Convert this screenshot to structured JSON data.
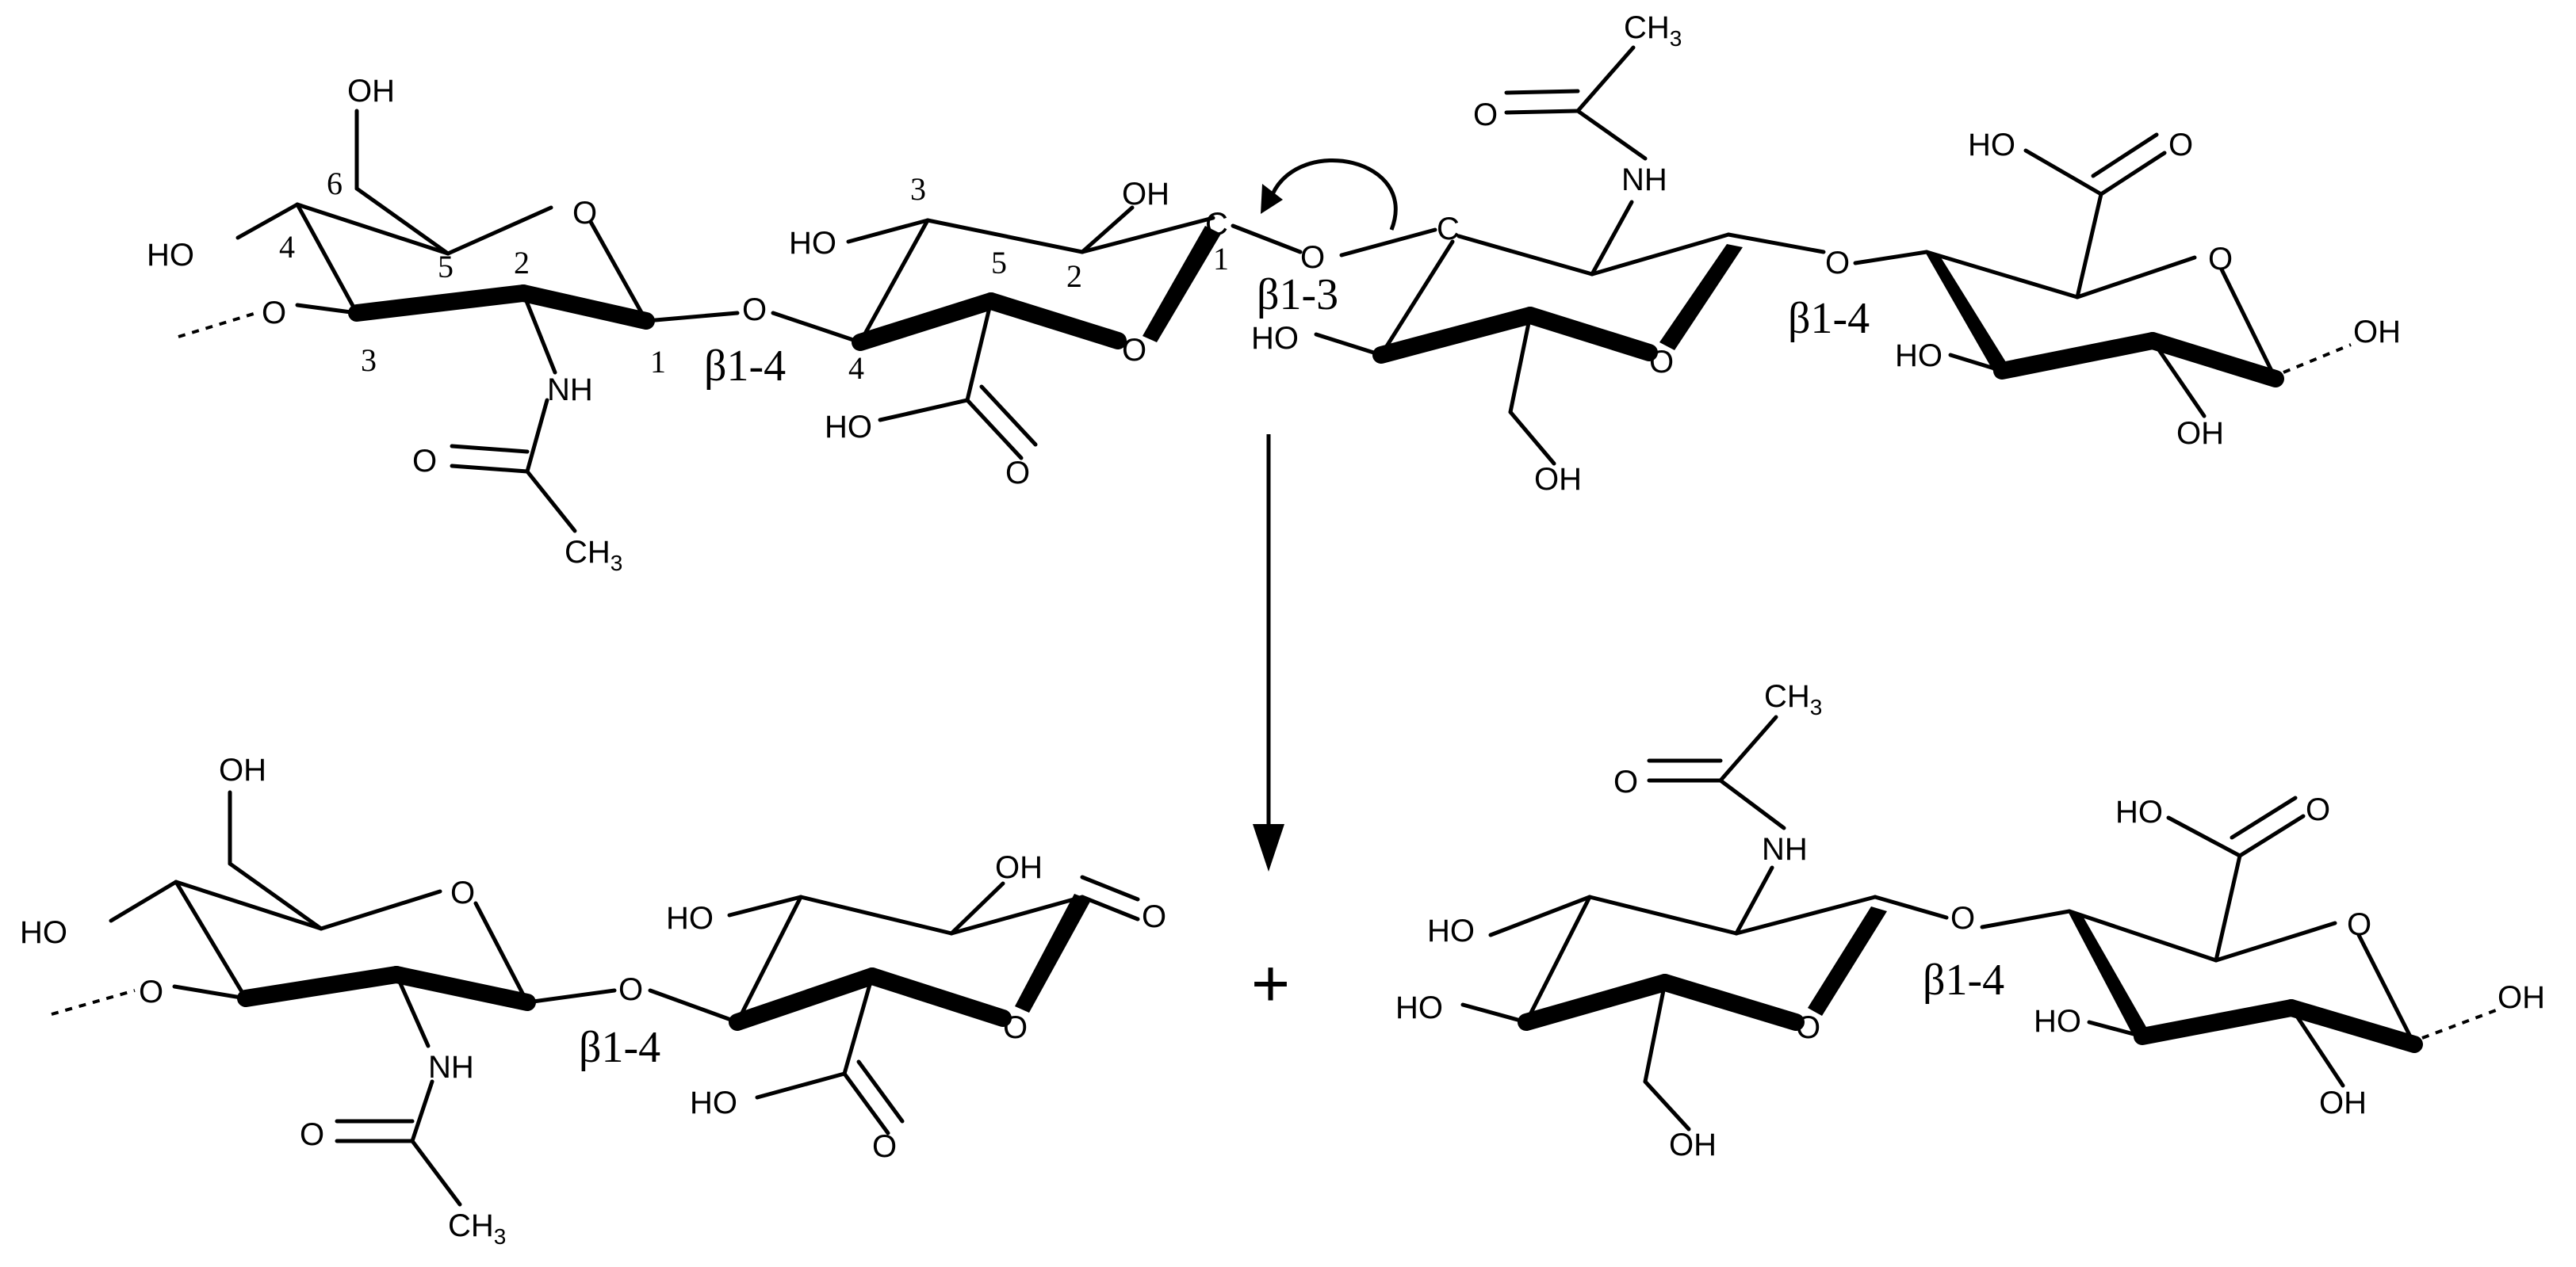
{
  "labels": {
    "oh": "OH",
    "o": "O",
    "nh": "NH",
    "ch": "CH",
    "sub3": "3",
    "ho": "HO",
    "c": "C",
    "beta14": "β1-4",
    "beta13": "β1-3",
    "plus": "+"
  },
  "ring_numbers": {
    "n1": "1",
    "n2": "2",
    "n3": "3",
    "n4": "4",
    "n5": "5",
    "n6": "6"
  },
  "colors": {
    "ink": "#000000",
    "background": "#ffffff"
  }
}
